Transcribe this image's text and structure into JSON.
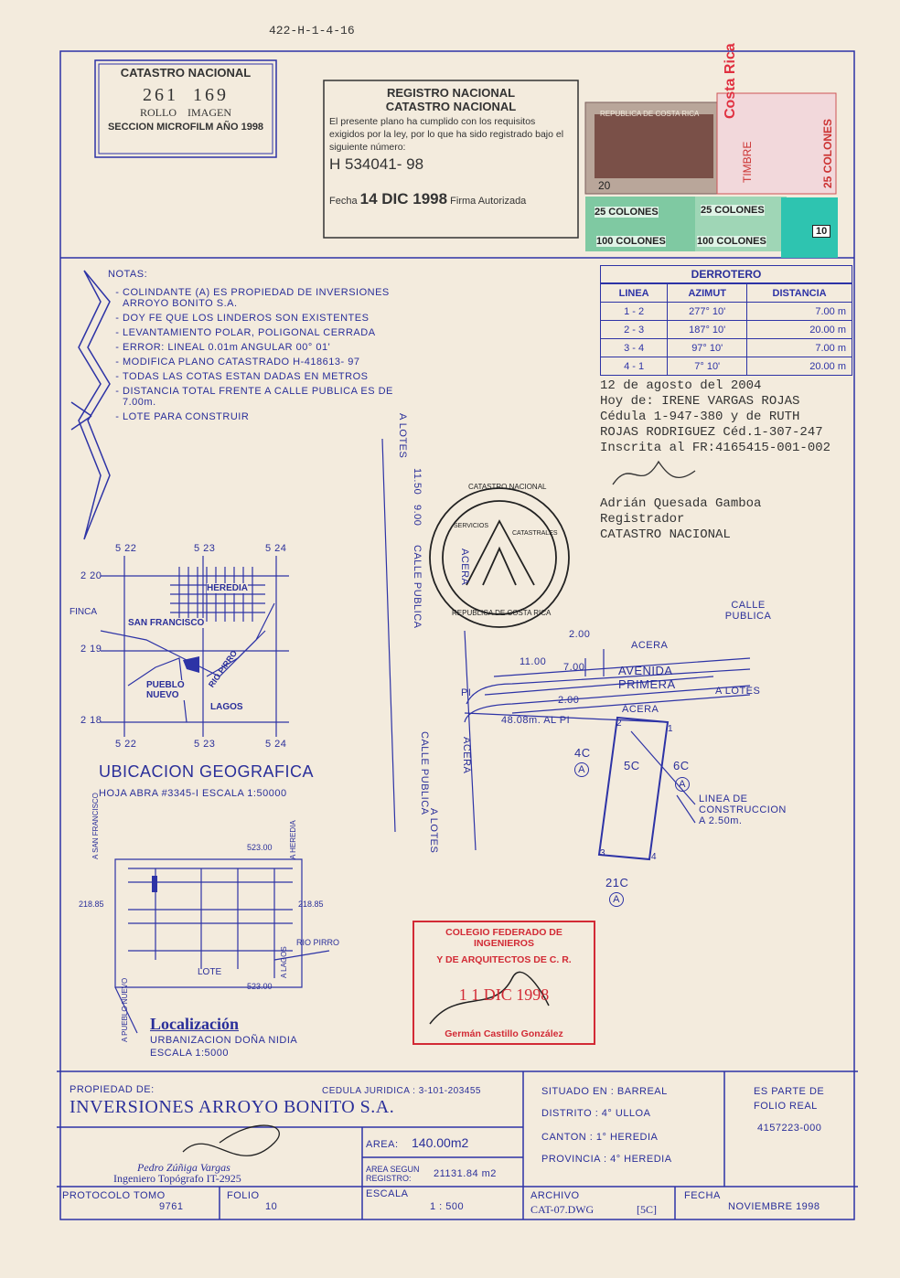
{
  "file_ref": "422-H-1-4-16",
  "catastro_box": {
    "title": "CATASTRO NACIONAL",
    "roll": "261",
    "image": "169",
    "roll_label": "ROLLO",
    "image_label": "IMAGEN",
    "footer": "SECCION MICROFILM AÑO 1998"
  },
  "registro": {
    "title1": "REGISTRO NACIONAL",
    "title2": "CATASTRO NACIONAL",
    "text": "El presente plano ha cumplido con los requisitos exigidos por la ley, por lo que ha sido registrado bajo el siguiente número:",
    "number": "H 534041- 98",
    "fecha_label": "Fecha",
    "fecha": "14 DIC 1998",
    "firma": "Firma Autorizada"
  },
  "stamps": {
    "republic": "REPUBLICA DE COSTA RICA",
    "costa_rica": "Costa Rica",
    "timbre": "TIMBRE",
    "c25": "25 COLONES",
    "c100": "100 COLONES",
    "c20": "20",
    "ten": "10"
  },
  "notes": {
    "title": "NOTAS:",
    "items": [
      "COLINDANTE (A) ES PROPIEDAD DE INVERSIONES ARROYO BONITO S.A.",
      "DOY FE QUE LOS LINDEROS SON EXISTENTES",
      "LEVANTAMIENTO POLAR, POLIGONAL CERRADA",
      "ERROR: LINEAL 0.01m  ANGULAR 00° 01'",
      "MODIFICA PLANO CATASTRADO H-418613- 97",
      "TODAS LAS COTAS ESTAN DADAS EN METROS",
      "DISTANCIA TOTAL FRENTE A CALLE PUBLICA ES DE 7.00m.",
      "LOTE PARA CONSTRUIR"
    ]
  },
  "derrotero": {
    "title": "DERROTERO",
    "headers": [
      "LINEA",
      "AZIMUT",
      "DISTANCIA"
    ],
    "rows": [
      [
        "1 - 2",
        "277° 10'",
        "7.00 m"
      ],
      [
        "2 - 3",
        "187° 10'",
        "20.00 m"
      ],
      [
        "3 - 4",
        "97° 10'",
        "7.00 m"
      ],
      [
        "4 - 1",
        "7° 10'",
        "20.00 m"
      ]
    ]
  },
  "inscription": {
    "date": "12 de agosto del 2004",
    "line2": "Hoy de: IRENE VARGAS ROJAS",
    "line3": "Cédula 1-947-380 y de RUTH",
    "line4": "ROJAS RODRIGUEZ Céd.1-307-247",
    "line5": "Inscrita al FR:4165415-001-002",
    "name": "Adrián Quesada Gamboa",
    "role": "Registrador",
    "org": "CATASTRO NACIONAL"
  },
  "seal": {
    "top": "CATASTRO NACIONAL",
    "left": "SERVICIOS",
    "right": "CATASTRALES",
    "bottom": "REPUBLICA DE COSTA RICA"
  },
  "location_map": {
    "coords_top": [
      "5 22",
      "5 23",
      "5 24"
    ],
    "coords_bottom": [
      "5 22",
      "5 23",
      "5 24"
    ],
    "coords_left": [
      "2 20",
      "2 19",
      "2 18"
    ],
    "places": [
      "HEREDIA",
      "SAN FRANCISCO",
      "FINCA",
      "PUEBLO NUEVO",
      "LAGOS",
      "RIO PIRRO"
    ],
    "title": "UBICACION GEOGRAFICA",
    "subtitle": "HOJA ABRA #3345-I ESCALA 1:50000"
  },
  "localizacion": {
    "title": "Localización",
    "sub1": "URBANIZACION DOÑA NIDIA",
    "sub2": "ESCALA 1:5000",
    "labels": [
      "A SAN FRANCISCO",
      "A HEREDIA",
      "523.00",
      "218.85",
      "218.85",
      "RIO PIRRO",
      "LOTE",
      "523.00",
      "A LAGOS",
      "A PUEBLO NUEVO"
    ]
  },
  "plan": {
    "lotes_top": "A LOTES",
    "dims_top": [
      "11.50",
      "9.00"
    ],
    "calle_publica_v": "CALLE PUBLICA",
    "acera_v": "ACERA",
    "calle_publica_label": "CALLE PUBLICA",
    "acera1": "ACERA",
    "avenida": "AVENIDA PRIMERA",
    "a_lotes_right": "A LOTES",
    "dims": [
      "2.00",
      "11.00",
      "7.00",
      "2.00"
    ],
    "acera2": "ACERA",
    "pi": "PI",
    "al_pi": "48.08m. AL PI",
    "calle_v2": "CALLE PUBLICA",
    "acera_v2": "ACERA",
    "a_lotes_bottom": "A LOTES",
    "lot": "5C",
    "adj_left": "4C",
    "adj_right": "6C",
    "adj_bottom": "21C",
    "adj_mark": "A",
    "points": [
      "1",
      "2",
      "3",
      "4"
    ],
    "linea": "LINEA DE CONSTRUCCION A 2.50m."
  },
  "colegio": {
    "line1": "COLEGIO FEDERADO DE INGENIEROS",
    "line2": "Y DE ARQUITECTOS DE C. R.",
    "date": "1 1 DIC 1998",
    "name": "Germán Castillo González"
  },
  "title_block": {
    "propiedad_label": "PROPIEDAD DE:",
    "cedula": "CEDULA JURIDICA : 3-101-203455",
    "owner": "INVERSIONES ARROYO BONITO S.A.",
    "situado": "SITUADO EN : BARREAL",
    "distrito": "DISTRITO : 4° ULLOA",
    "canton": "CANTON : 1° HEREDIA",
    "provincia": "PROVINCIA : 4° HEREDIA",
    "es_parte": "ES PARTE DE",
    "folio_real": "FOLIO REAL",
    "folio_num": "4157223-000",
    "area_label": "AREA:",
    "area": "140.00m2",
    "area_seg_label1": "AREA SEGUN",
    "area_seg_label2": "REGISTRO:",
    "area_seg": "21131.84 m2",
    "engineer": "Pedro Zúñiga Vargas",
    "eng_title": "Ingeniero Topógrafo IT-2925",
    "protocolo_label": "PROTOCOLO TOMO",
    "protocolo": "9761",
    "folio_label": "FOLIO",
    "folio": "10",
    "escala_label": "ESCALA",
    "escala": "1 : 500",
    "archivo_label": "ARCHIVO",
    "archivo": "CAT-07.DWG",
    "archivo_code": "[5C]",
    "fecha_label": "FECHA",
    "fecha": "NOVIEMBRE 1998"
  }
}
